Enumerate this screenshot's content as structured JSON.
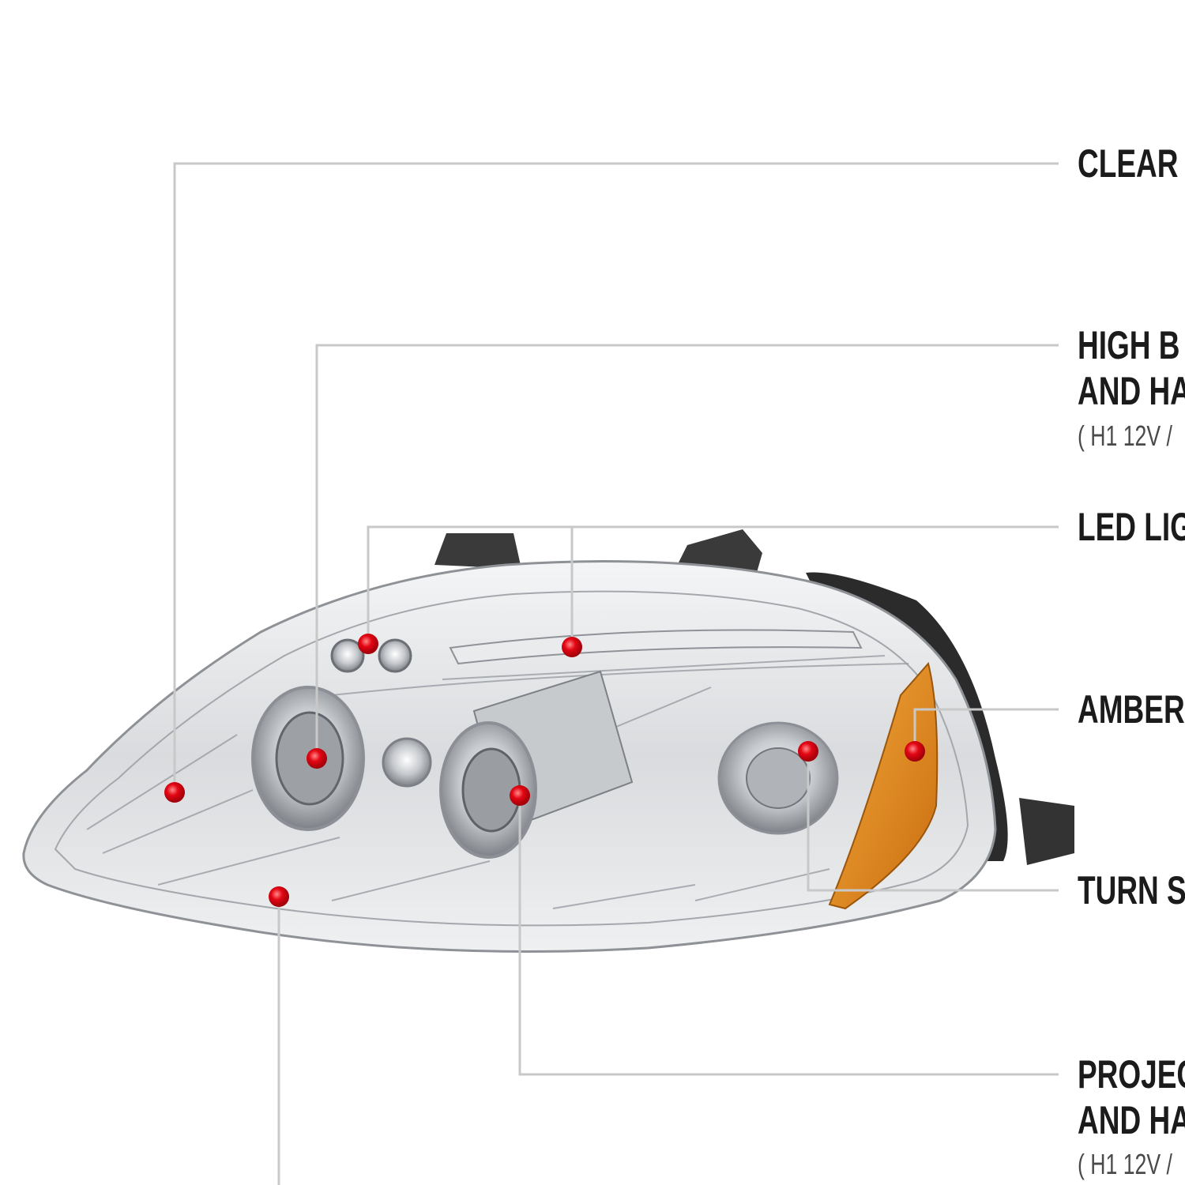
{
  "callouts": [
    {
      "id": "clear-lens",
      "lines": [
        "CLEAR L"
      ],
      "sub": ""
    },
    {
      "id": "high-beam",
      "lines": [
        "HIGH B",
        "AND HA"
      ],
      "sub": "( H1  12V /"
    },
    {
      "id": "led-light",
      "lines": [
        "LED LIG"
      ],
      "sub": ""
    },
    {
      "id": "amber",
      "lines": [
        "AMBER"
      ],
      "sub": ""
    },
    {
      "id": "turn-signal",
      "lines": [
        "TURN S"
      ],
      "sub": ""
    },
    {
      "id": "projector",
      "lines": [
        "PROJEC",
        "AND HA"
      ],
      "sub": "( H1  12V /"
    }
  ],
  "colors": {
    "leader_line": "#c8c8c8",
    "marker": "#e30613",
    "lens_chrome": "#b9bcc0",
    "housing_dark": "#2b2b2b",
    "amber": "#e08a1c",
    "text": "#1b1b1b"
  }
}
